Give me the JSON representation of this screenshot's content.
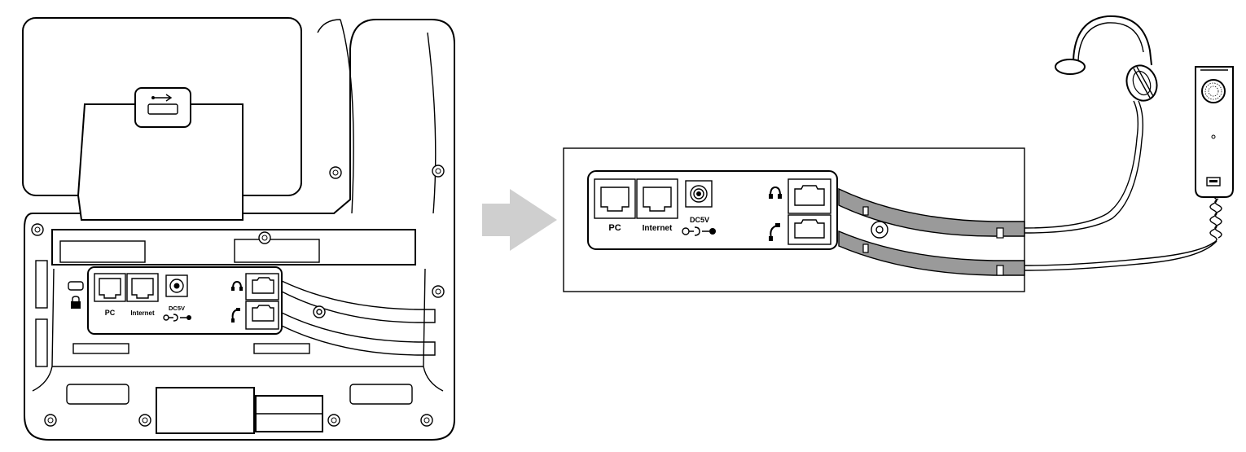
{
  "rear_panel": {
    "port_pc": "PC",
    "port_internet": "Internet",
    "port_power": "DC5V"
  },
  "detail_panel": {
    "port_pc": "PC",
    "port_internet": "Internet",
    "port_power": "DC5V"
  },
  "icons": {
    "usb": "usb-icon",
    "lock": "lock-icon",
    "headset_port": "headset-icon",
    "handset_port": "handset-icon",
    "power_polarity": "dc-polarity-icon",
    "arrow": "arrow-right-icon"
  },
  "colors": {
    "line": "#000000",
    "cable_fill": "#9a9a9a",
    "arrow": "#cfcfcf",
    "background": "#ffffff"
  }
}
